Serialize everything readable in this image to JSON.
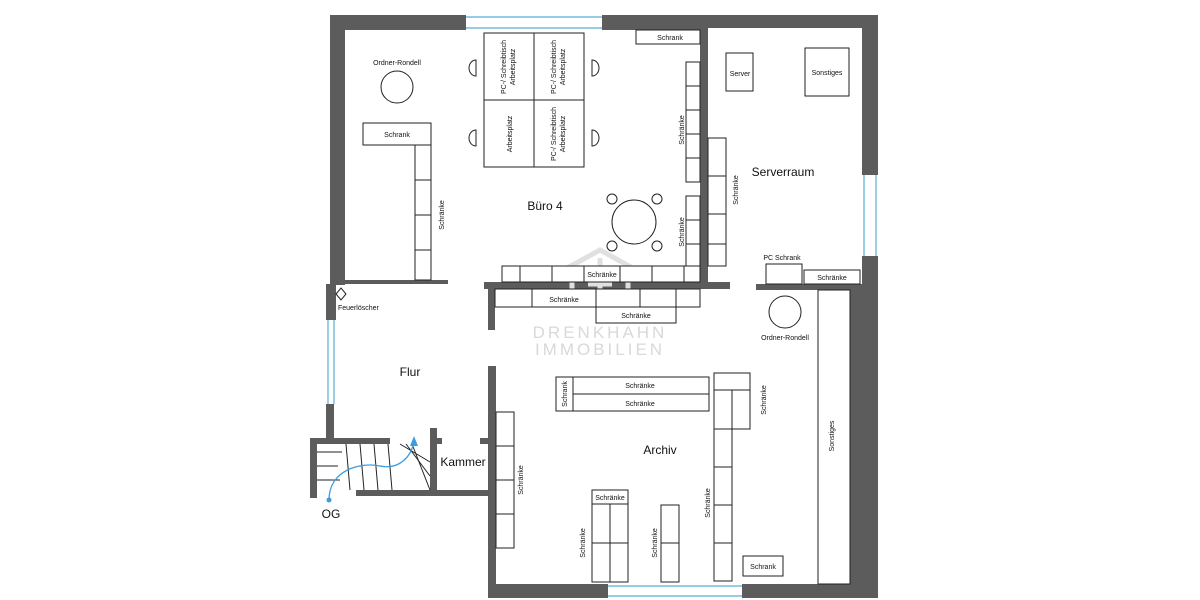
{
  "watermark": {
    "line1": "DRENKHAHN",
    "line2": "IMMOBILIEN"
  },
  "rooms": {
    "buero4": "Büro 4",
    "serverraum": "Serverraum",
    "flur": "Flur",
    "kammer": "Kammer",
    "archiv": "Archiv",
    "og": "OG"
  },
  "labels": {
    "ordner_rondell_top": "Ordner-Rondell",
    "ordner_rondell_right": "Ordner-Rondell",
    "schrank_left": "Schrank",
    "schraenke_left": "Schränke",
    "pc_schreibtisch": "PC-/ Schreibtisch",
    "arbeitsplatz": "Arbeitsplatz",
    "schrank_top": "Schrank",
    "schraenke_buero_right_upper": "Schränke",
    "schraenke_buero_right_lower": "Schränke",
    "schraenke_server_wall": "Schränke",
    "schraenke_row_upper": "Schränke",
    "schraenke_row_lower": "Schränke",
    "server": "Server",
    "sonstiges_server": "Sonstiges",
    "pc_schrank": "PC Schrank",
    "schraenke_server_bottom": "Schränke",
    "feuerloescher": "Feuerlöscher",
    "schrank_archiv_block": "Schrank",
    "schraenke_archiv_block_top": "Schränke",
    "schraenke_archiv_block_bottom": "Schränke",
    "schraenke_archiv_right_upper": "Schränke",
    "schraenke_archiv_left_wall": "Schränke",
    "schraenke_archiv_mid": "Schränke",
    "schraenke_archiv_bottom_left": "Schränke",
    "schraenke_archiv_bottom_left_top": "Schränke",
    "schraenke_archiv_bottom_mid": "Schränke",
    "sonstiges_archiv": "Sonstiges",
    "schrank_archiv_bottom": "Schrank"
  },
  "colors": {
    "wall": "#5c5c5c",
    "window": "#5aaed6",
    "stair_path": "#3d9be0"
  }
}
